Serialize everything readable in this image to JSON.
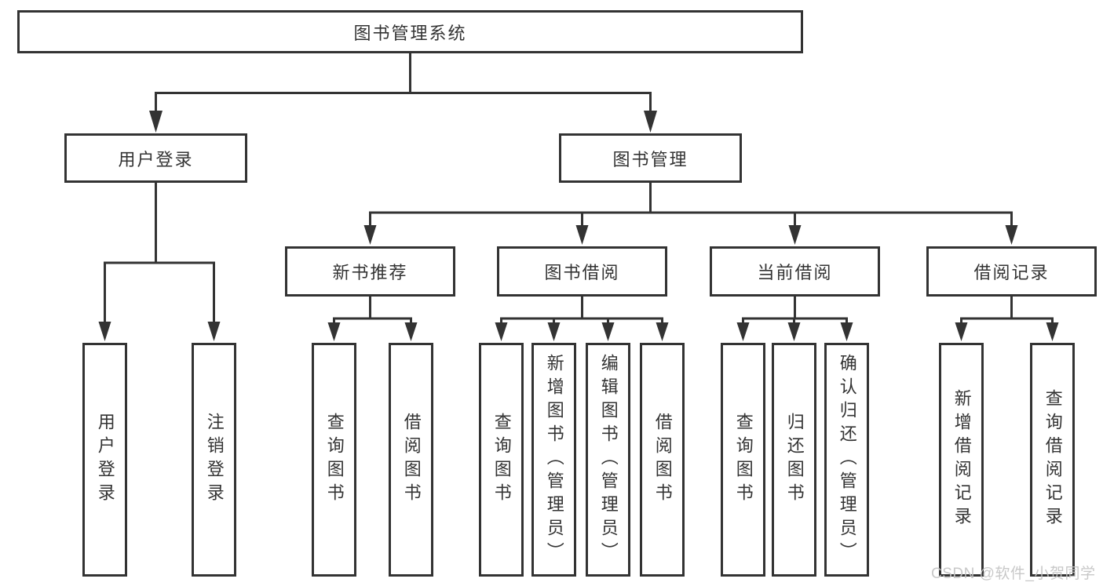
{
  "diagram": {
    "type": "hierarchy-tree",
    "root": {
      "label": "图书管理系统",
      "children": [
        {
          "label": "用户登录",
          "children": [
            {
              "label": "用户登录"
            },
            {
              "label": "注销登录"
            }
          ]
        },
        {
          "label": "图书管理",
          "children": [
            {
              "label": "新书推荐",
              "children": [
                {
                  "label": "查询图书"
                },
                {
                  "label": "借阅图书"
                }
              ]
            },
            {
              "label": "图书借阅",
              "children": [
                {
                  "label": "查询图书"
                },
                {
                  "label": "新增图书（管理员）"
                },
                {
                  "label": "编辑图书（管理员）"
                },
                {
                  "label": "借阅图书"
                }
              ]
            },
            {
              "label": "当前借阅",
              "children": [
                {
                  "label": "查询图书"
                },
                {
                  "label": "归还图书"
                },
                {
                  "label": "确认归还（管理员）"
                }
              ]
            },
            {
              "label": "借阅记录",
              "children": [
                {
                  "label": "新增借阅记录"
                },
                {
                  "label": "查询借阅记录"
                }
              ]
            }
          ]
        }
      ]
    }
  },
  "watermark": {
    "text": "CSDN @软件_小贺同学"
  },
  "colors": {
    "line": "#333333",
    "box_border": "#333333",
    "box_fill": "#ffffff",
    "text": "#333333",
    "watermark": "#c3c3c3",
    "background": "#ffffff"
  }
}
